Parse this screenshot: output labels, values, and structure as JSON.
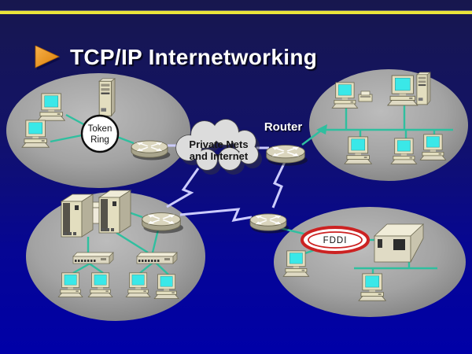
{
  "slide": {
    "title": "TCP/IP Internetworking",
    "colors": {
      "background_top": "#17174e",
      "background_bottom": "#0000a8",
      "top_rule": "#e9e43a",
      "bullet_arrow": "#ef9421",
      "title_text": "#ffffff",
      "lan_link": "#2fbf9f",
      "wan_link": "#ccccff",
      "network_ellipse": "#a2a2a2",
      "cloud_fill": "#dcdcdc",
      "fddi_ring": "#cc2222",
      "monitor_screen": "#3ae8e8",
      "device_body": "#e3debf"
    }
  },
  "labels": {
    "token_ring_line1": "Token",
    "token_ring_line2": "Ring",
    "cloud_line1": "Private Nets",
    "cloud_line2": "and Internet",
    "router": "Router",
    "fddi": "FDDI"
  }
}
